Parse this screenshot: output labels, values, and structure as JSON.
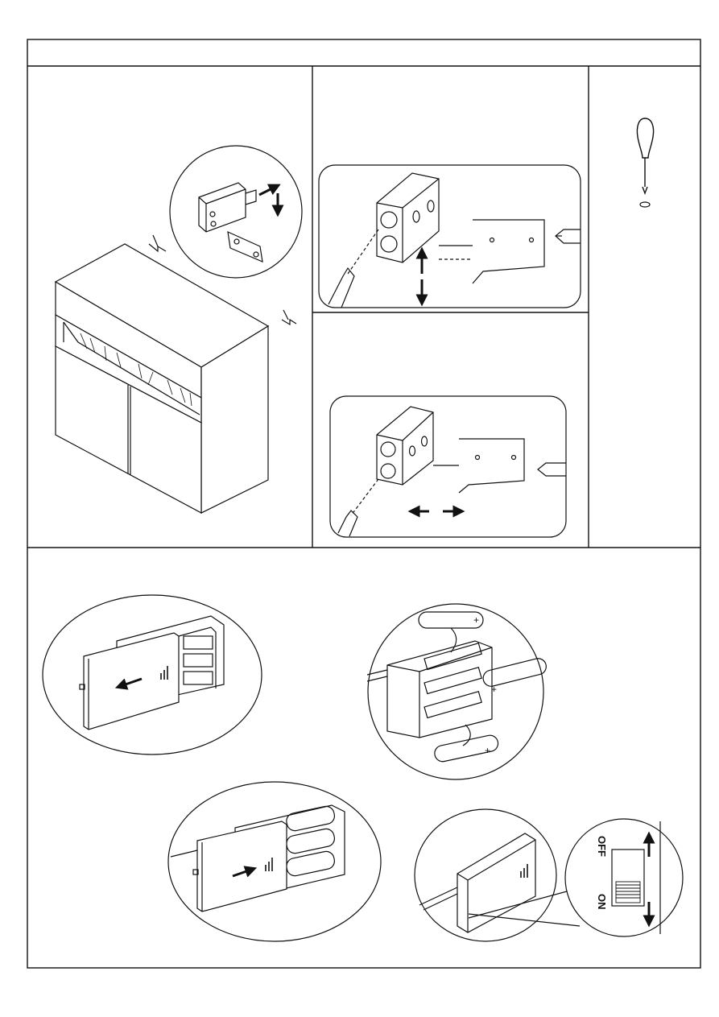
{
  "header": {
    "title": ""
  },
  "tool": {
    "icon": "phillips-screwdriver-icon",
    "rotation_icon": "rotate-icon"
  },
  "step_cabinet": {
    "illustration": "cabinet-with-led-strip"
  },
  "step_mount_vertical": {
    "arrow_icon": "up-down-arrow-icon"
  },
  "step_mount_horizontal": {
    "arrow_icon": "left-right-arrow-icon"
  },
  "battery_box": {
    "plus_sign": "+",
    "switch": {
      "off_label": "OFF",
      "on_label": "ON"
    }
  },
  "colors": {
    "line": "#111111",
    "background": "#ffffff"
  }
}
